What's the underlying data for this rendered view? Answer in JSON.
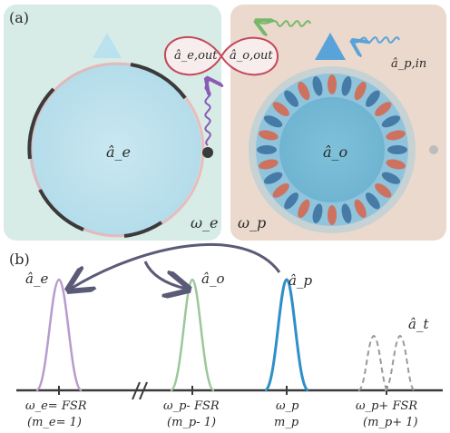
{
  "panel_a": {
    "label": "(a)",
    "left": {
      "mode": "â_e",
      "freq": "ω_e",
      "out_e": "â_e,out",
      "out_o": "â_o,out"
    },
    "right": {
      "mode": "â_o",
      "freq": "ω_p",
      "pump_in": "â_p,in"
    }
  },
  "panel_b": {
    "label": "(b)",
    "peaks": [
      {
        "mode": "â_e",
        "tick": "ω_e= FSR",
        "index": "(m_e= 1)",
        "color": "#b79ccf"
      },
      {
        "mode": "â_o",
        "tick": "ω_p- FSR",
        "index": "(m_p- 1)",
        "color": "#9cc79a"
      },
      {
        "mode": "â_p",
        "tick": "ω_p",
        "index": "m_p",
        "color": "#2f8fc9"
      },
      {
        "mode": "â_t",
        "tick": "ω_p+ FSR",
        "index": "(m_p+ 1)",
        "color": "#9a9a9a"
      }
    ]
  },
  "colors": {
    "left_bg": "#d7ece7",
    "right_bg": "#ead9cc",
    "ring_fill": "#bfe3ee",
    "mode_blue": "#3a6f9e",
    "mode_red": "#d9644a",
    "arrow": "#5b5b78",
    "pump": "#5aa3d9",
    "idler": "#76b86a",
    "loop": "#c4475a",
    "wave": "#8a5bb5"
  }
}
